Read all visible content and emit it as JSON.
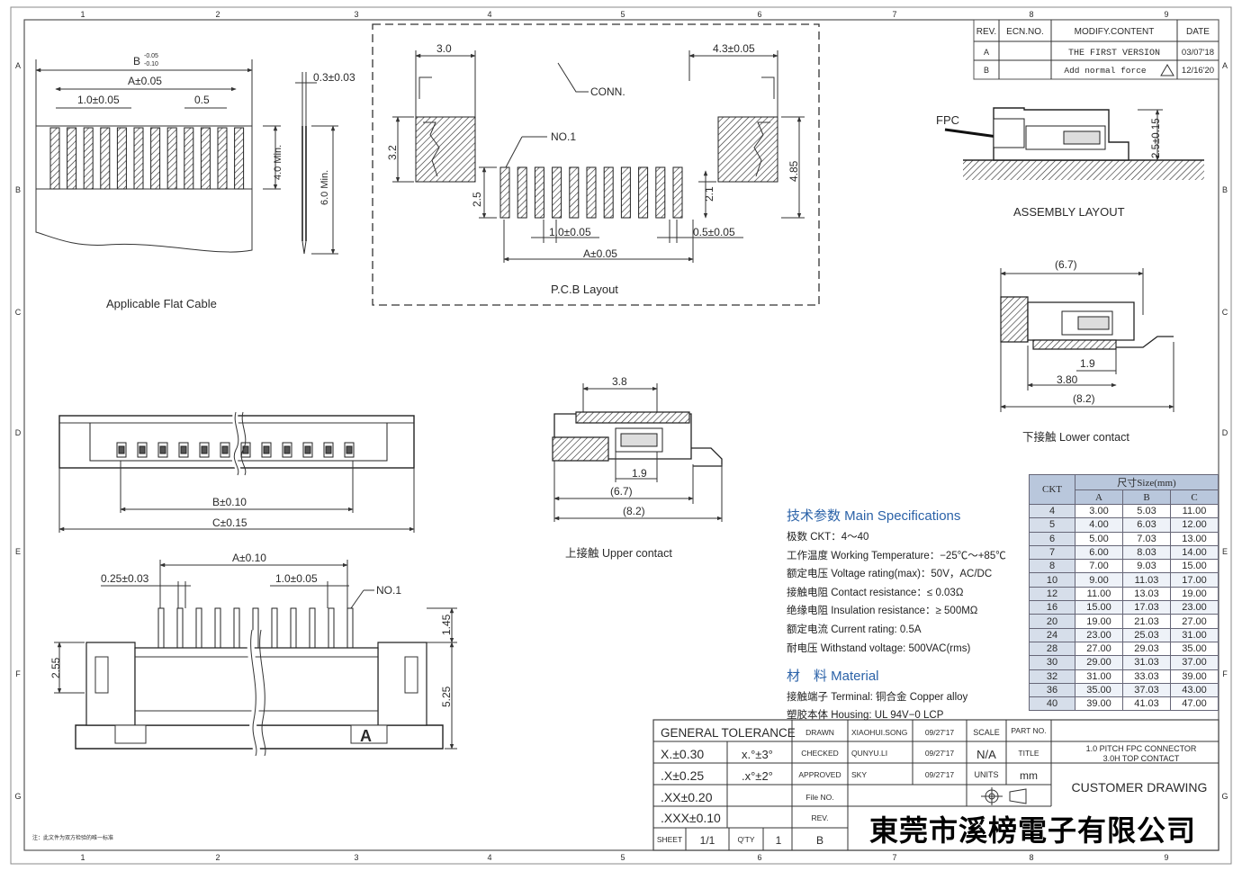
{
  "border": {
    "columns": [
      "1",
      "2",
      "3",
      "4",
      "5",
      "6",
      "7",
      "8",
      "9"
    ],
    "rows": [
      "A",
      "B",
      "C",
      "D",
      "E",
      "F",
      "G"
    ]
  },
  "revision_table": {
    "headers": [
      "REV.",
      "ECN.NO.",
      "MODIFY.CONTENT",
      "DATE"
    ],
    "rows": [
      {
        "rev": "A",
        "ecn": "",
        "content": "THE FIRST VERSION",
        "date": "03/07'18"
      },
      {
        "rev": "B",
        "ecn": "",
        "content": "Add normal force",
        "date": "12/16'20"
      }
    ]
  },
  "flat_cable": {
    "caption": "Applicable Flat Cable",
    "dim_b": "B",
    "dim_b_tol_upper": "-0.05",
    "dim_b_tol_lower": "-0.10",
    "dim_a": "A±0.05",
    "pitch": "1.0±0.05",
    "width": "0.5",
    "thickness": "0.3±0.03",
    "min_length": "4.0 Min.",
    "min_length2": "6.0 Min."
  },
  "pcb_layout": {
    "caption": "P.C.B Layout",
    "left_dim": "3.0",
    "right_dim": "4.3±0.05",
    "conn_label": "CONN.",
    "no1_label": "NO.1",
    "h_3_2": "3.2",
    "h_2_5": "2.5",
    "h_2_1": "2.1",
    "h_4_85": "4.85",
    "pitch": "1.0±0.05",
    "pad_width": "0.5±0.05",
    "dim_a": "A±0.05"
  },
  "assembly": {
    "fpc_label": "FPC",
    "height": "2.5±0.15",
    "caption": "ASSEMBLY LAYOUT"
  },
  "lower_contact": {
    "top_dim": "(6.7)",
    "d1": "1.9",
    "d2": "3.80",
    "d3": "(8.2)",
    "caption": "下接触 Lower contact"
  },
  "upper_contact": {
    "top_dim": "3.8",
    "d1": "1.9",
    "d2": "(6.7)",
    "d3": "(8.2)",
    "caption": "上接触 Upper contact"
  },
  "top_view": {
    "dim_b": "B±0.10",
    "dim_c": "C±0.15"
  },
  "front_view": {
    "dim_a": "A±0.10",
    "w": "0.25±0.03",
    "pitch": "1.0±0.05",
    "no1": "NO.1",
    "h1": "1.45",
    "h2": "2.55",
    "h3": "5.25",
    "mark": "A"
  },
  "specs": {
    "title": "技术参数 Main Specifications",
    "items": [
      "极数 CKT：4～40",
      "工作温度 Working Temperature：−25℃～+85℃",
      "额定电压 Voltage rating(max)：50V，AC/DC",
      "接触电阻 Contact resistance：≤ 0.03Ω",
      "绝缘电阻 Insulation resistance：≥ 500MΩ",
      "额定电流 Current rating: 0.5A",
      "耐电压 Withstand voltage: 500VAC(rms)"
    ],
    "material_title": "材　料 Material",
    "material_items": [
      "接触端子 Terminal: 铜合金 Copper alloy",
      "塑胶本体 Housing: UL 94V−0 LCP"
    ]
  },
  "size_table": {
    "ckt_header": "CKT",
    "size_header": "尺寸Size(mm)",
    "col_headers": [
      "A",
      "B",
      "C"
    ],
    "rows": [
      [
        "4",
        "3.00",
        "5.03",
        "11.00"
      ],
      [
        "5",
        "4.00",
        "6.03",
        "12.00"
      ],
      [
        "6",
        "5.00",
        "7.03",
        "13.00"
      ],
      [
        "7",
        "6.00",
        "8.03",
        "14.00"
      ],
      [
        "8",
        "7.00",
        "9.03",
        "15.00"
      ],
      [
        "10",
        "9.00",
        "11.03",
        "17.00"
      ],
      [
        "12",
        "11.00",
        "13.03",
        "19.00"
      ],
      [
        "16",
        "15.00",
        "17.03",
        "23.00"
      ],
      [
        "20",
        "19.00",
        "21.03",
        "27.00"
      ],
      [
        "24",
        "23.00",
        "25.03",
        "31.00"
      ],
      [
        "28",
        "27.00",
        "29.03",
        "35.00"
      ],
      [
        "30",
        "29.00",
        "31.03",
        "37.00"
      ],
      [
        "32",
        "31.00",
        "33.03",
        "39.00"
      ],
      [
        "36",
        "35.00",
        "37.03",
        "43.00"
      ],
      [
        "40",
        "39.00",
        "41.03",
        "47.00"
      ]
    ]
  },
  "title_block": {
    "general_tolerance": "GENERAL TOLERANCE",
    "tol": [
      "X.±0.30",
      ".X±0.25",
      ".XX±0.20",
      ".XXX±0.10"
    ],
    "angle_tol": [
      "x.°±3°",
      ".x°±2°"
    ],
    "drawn_label": "DRAWN",
    "drawn_name": "XIAOHUI.SONG",
    "drawn_date": "09/27'17",
    "checked_label": "CHECKED",
    "checked_name": "QUNYU.LI",
    "checked_date": "09/27'17",
    "approved_label": "APPROVED",
    "approved_name": "SKY",
    "approved_date": "09/27'17",
    "file_label": "File NO.",
    "rev_label": "REV.",
    "scale_label": "SCALE",
    "scale_value": "N/A",
    "units_label": "UNITS",
    "units_value": "mm",
    "part_label": "PART NO.",
    "title_label": "TITLE",
    "title_value1": "1.0 PITCH FPC CONNECTOR",
    "title_value2": "3.0H TOP CONTACT",
    "customer": "CUSTOMER DRAWING",
    "sheet_label": "SHEET",
    "sheet_value": "1/1",
    "qty_label": "Q'TY",
    "qty_value": "1",
    "rev_value": "B"
  },
  "footnote": "注：此文件为双方检验的唯一标准",
  "company": "東莞市溪榜電子有限公司"
}
